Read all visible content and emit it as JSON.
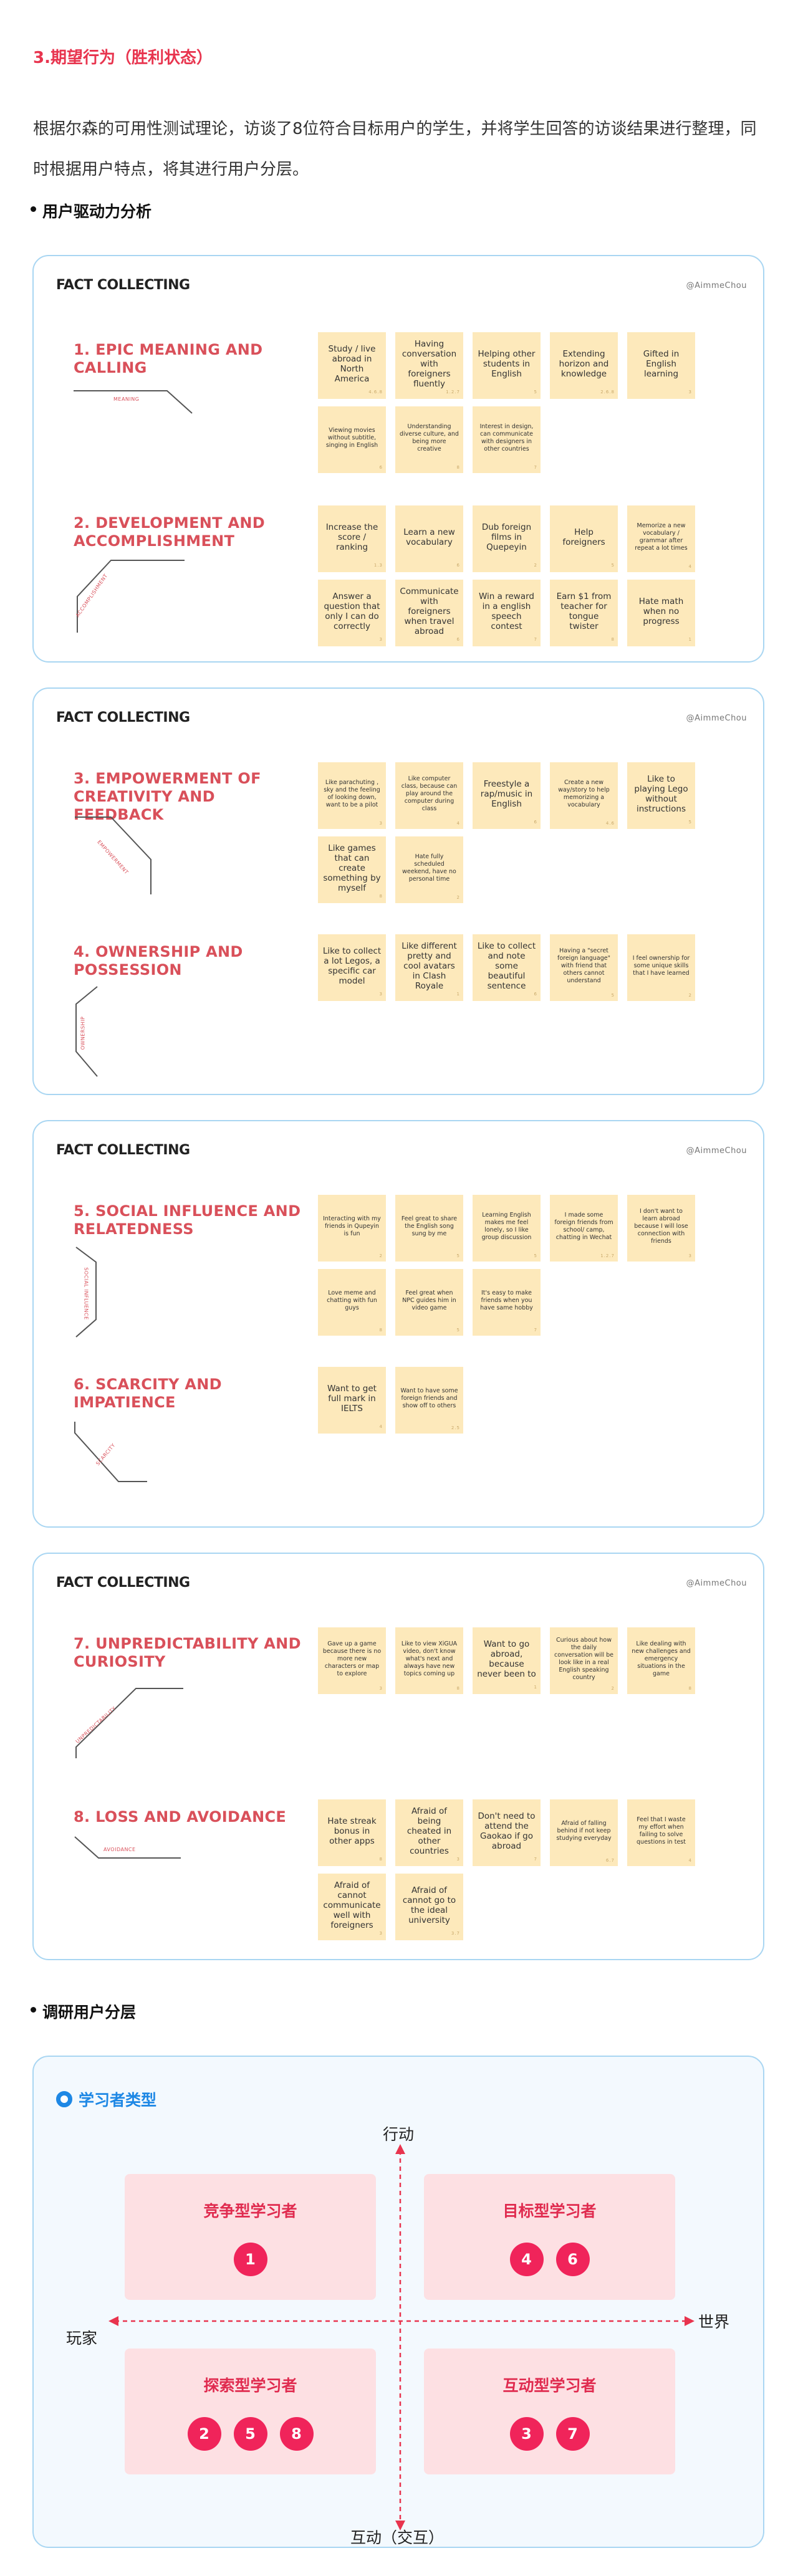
{
  "section_title": "3.期望行为（胜利状态）",
  "intro": "根据尔森的可用性测试理论，访谈了8位符合目标用户的学生，并将学生回答的访谈结果进行整理，同时根据用户特点，将其进行用户分层。",
  "bullet1": "用户驱动力分析",
  "bullet2": "调研用户分层",
  "card_title": "FACT COLLECTING",
  "card_brand": "@AimmeChou",
  "drives": [
    {
      "title": "1. EPIC MEANING AND CALLING",
      "sub": "MEANING",
      "notes": [
        {
          "t": "Study / live abroad in North America",
          "m": "4.6.8"
        },
        {
          "t": "Having conversation with foreigners fluently",
          "m": "1.2.7"
        },
        {
          "t": "Helping other students in English",
          "m": "5"
        },
        {
          "t": "Extending horizon and knowledge",
          "m": "2.6.8"
        },
        {
          "t": "Gifted in English learning",
          "m": "3"
        },
        {
          "t": "Viewing movies without subtitle, singing in English",
          "m": "6"
        },
        {
          "t": "Understanding diverse culture, and being more creative",
          "m": "8"
        },
        {
          "t": "Interest in design, can communicate with designers in other countries",
          "m": "7"
        }
      ]
    },
    {
      "title": "2. DEVELOPMENT AND ACCOMPLISHMENT",
      "sub": "ACCOMPLISHMENT",
      "notes": [
        {
          "t": "Increase the score / ranking",
          "m": "1.3"
        },
        {
          "t": "Learn a new vocabulary",
          "m": "6"
        },
        {
          "t": "Dub foreign films in Quepeyin",
          "m": "2"
        },
        {
          "t": "Help foreigners",
          "m": "5"
        },
        {
          "t": "Memorize a new vocabulary / grammar after repeat a lot times",
          "m": "4"
        },
        {
          "t": "Answer a question that only I can do correctly",
          "m": "3"
        },
        {
          "t": "Communicate with foreigners when travel abroad",
          "m": "6"
        },
        {
          "t": "Win a reward in a english speech contest",
          "m": "7"
        },
        {
          "t": "Earn $1 from teacher for tongue twister",
          "m": "8"
        },
        {
          "t": "Hate math when no progress",
          "m": "1"
        }
      ]
    },
    {
      "title": "3. EMPOWERMENT OF CREATIVITY AND FEEDBACK",
      "sub": "EMPOWERMENT",
      "notes": [
        {
          "t": "Like parachuting , sky and the feeling of looking down, want to be a pilot",
          "m": "3"
        },
        {
          "t": "Like computer class, because can play around the computer during class",
          "m": "4"
        },
        {
          "t": "Freestyle a rap/music in English",
          "m": "6"
        },
        {
          "t": "Create a new way/story to help memorizing a vocabulary",
          "m": "4.6"
        },
        {
          "t": "Like to playing Lego without instructions",
          "m": "5"
        },
        {
          "t": "Like games that can create something by myself",
          "m": "8"
        },
        {
          "t": "Hate fully scheduled weekend, have no personal time",
          "m": "2"
        }
      ]
    },
    {
      "title": "4. OWNERSHIP AND POSSESSION",
      "sub": "OWNERSHIP",
      "notes": [
        {
          "t": "Like to collect a lot Legos, a specific car model",
          "m": "3"
        },
        {
          "t": "Like different pretty and cool avatars in Clash Royale",
          "m": "1"
        },
        {
          "t": "Like to collect and note some beautiful sentence",
          "m": "6"
        },
        {
          "t": "Having a \"secret foreign language\" with friend that others cannot understand",
          "m": "5"
        },
        {
          "t": "I feel ownership for some unique skills that I have learned",
          "m": "2"
        }
      ]
    },
    {
      "title": "5. SOCIAL INFLUENCE AND RELATEDNESS",
      "sub": "SOCIAL INFLUENCE",
      "notes": [
        {
          "t": "Interacting with my friends in Qupeyin is fun",
          "m": "2"
        },
        {
          "t": "Feel great to share the English song sung by me",
          "m": "5"
        },
        {
          "t": "Learning English makes me feel lonely, so I like group discussion",
          "m": "5"
        },
        {
          "t": "I made some foreign friends from school/ camp, chatting in Wechat",
          "m": "1.2.7"
        },
        {
          "t": "I don't want to learn abroad because I will lose connection with friends",
          "m": "3"
        },
        {
          "t": "Love meme and chatting with fun guys",
          "m": "8"
        },
        {
          "t": "Feel great when NPC guides him in video game",
          "m": "5"
        },
        {
          "t": "It's easy to make friends when you have same hobby",
          "m": "7"
        }
      ]
    },
    {
      "title": "6. SCARCITY AND IMPATIENCE",
      "sub": "SCARCITY",
      "notes": [
        {
          "t": "Want to get full mark in IELTS",
          "m": "4"
        },
        {
          "t": "Want to have some foreign friends and show off to others",
          "m": "2.5"
        }
      ]
    },
    {
      "title": "7. UNPREDICTABILITY AND CURIOSITY",
      "sub": "UNPREDICTABILITY",
      "notes": [
        {
          "t": "Gave up a game because there is no more new characters or map to explore",
          "m": "3"
        },
        {
          "t": "Like to view XiGUA video, don't know what's next and always have new topics coming up",
          "m": "8"
        },
        {
          "t": "Want to go abroad, because never been to",
          "m": "1"
        },
        {
          "t": "Curious about how the daily conversation will be look like in a real English speaking country",
          "m": "2"
        },
        {
          "t": "Like dealing with new challenges and emergency situations in the game",
          "m": "8"
        }
      ]
    },
    {
      "title": "8. LOSS AND AVOIDANCE",
      "sub": "AVOIDANCE",
      "notes": [
        {
          "t": "Hate streak bonus in other apps",
          "m": "8"
        },
        {
          "t": "Afraid of being cheated in other countries",
          "m": "3"
        },
        {
          "t": "Don't need to attend the Gaokao if go abroad",
          "m": "7"
        },
        {
          "t": "Afraid of falling behind if not keep studying everyday",
          "m": "6.7"
        },
        {
          "t": "Feel that I waste my effort when failing to solve questions in test",
          "m": "4"
        },
        {
          "t": "Afraid of cannot communicate well with foreigners",
          "m": "3"
        },
        {
          "t": "Afraid of cannot go to the ideal university",
          "m": "3.7"
        }
      ]
    }
  ],
  "matrix": {
    "title": "学习者类型",
    "axis_top": "行动",
    "axis_bottom": "互动（交互）",
    "axis_left": "玩家",
    "axis_right": "世界",
    "quadrants": [
      {
        "title": "竞争型学习者",
        "nums": [
          "1"
        ]
      },
      {
        "title": "目标型学习者",
        "nums": [
          "4",
          "6"
        ]
      },
      {
        "title": "探索型学习者",
        "nums": [
          "2",
          "5",
          "8"
        ]
      },
      {
        "title": "互动型学习者",
        "nums": [
          "3",
          "7"
        ]
      }
    ],
    "colors": {
      "accent": "#f0245a",
      "quadrant_bg": "#fde0e3",
      "axis": "#e8344e",
      "title": "#1e88e5"
    }
  }
}
